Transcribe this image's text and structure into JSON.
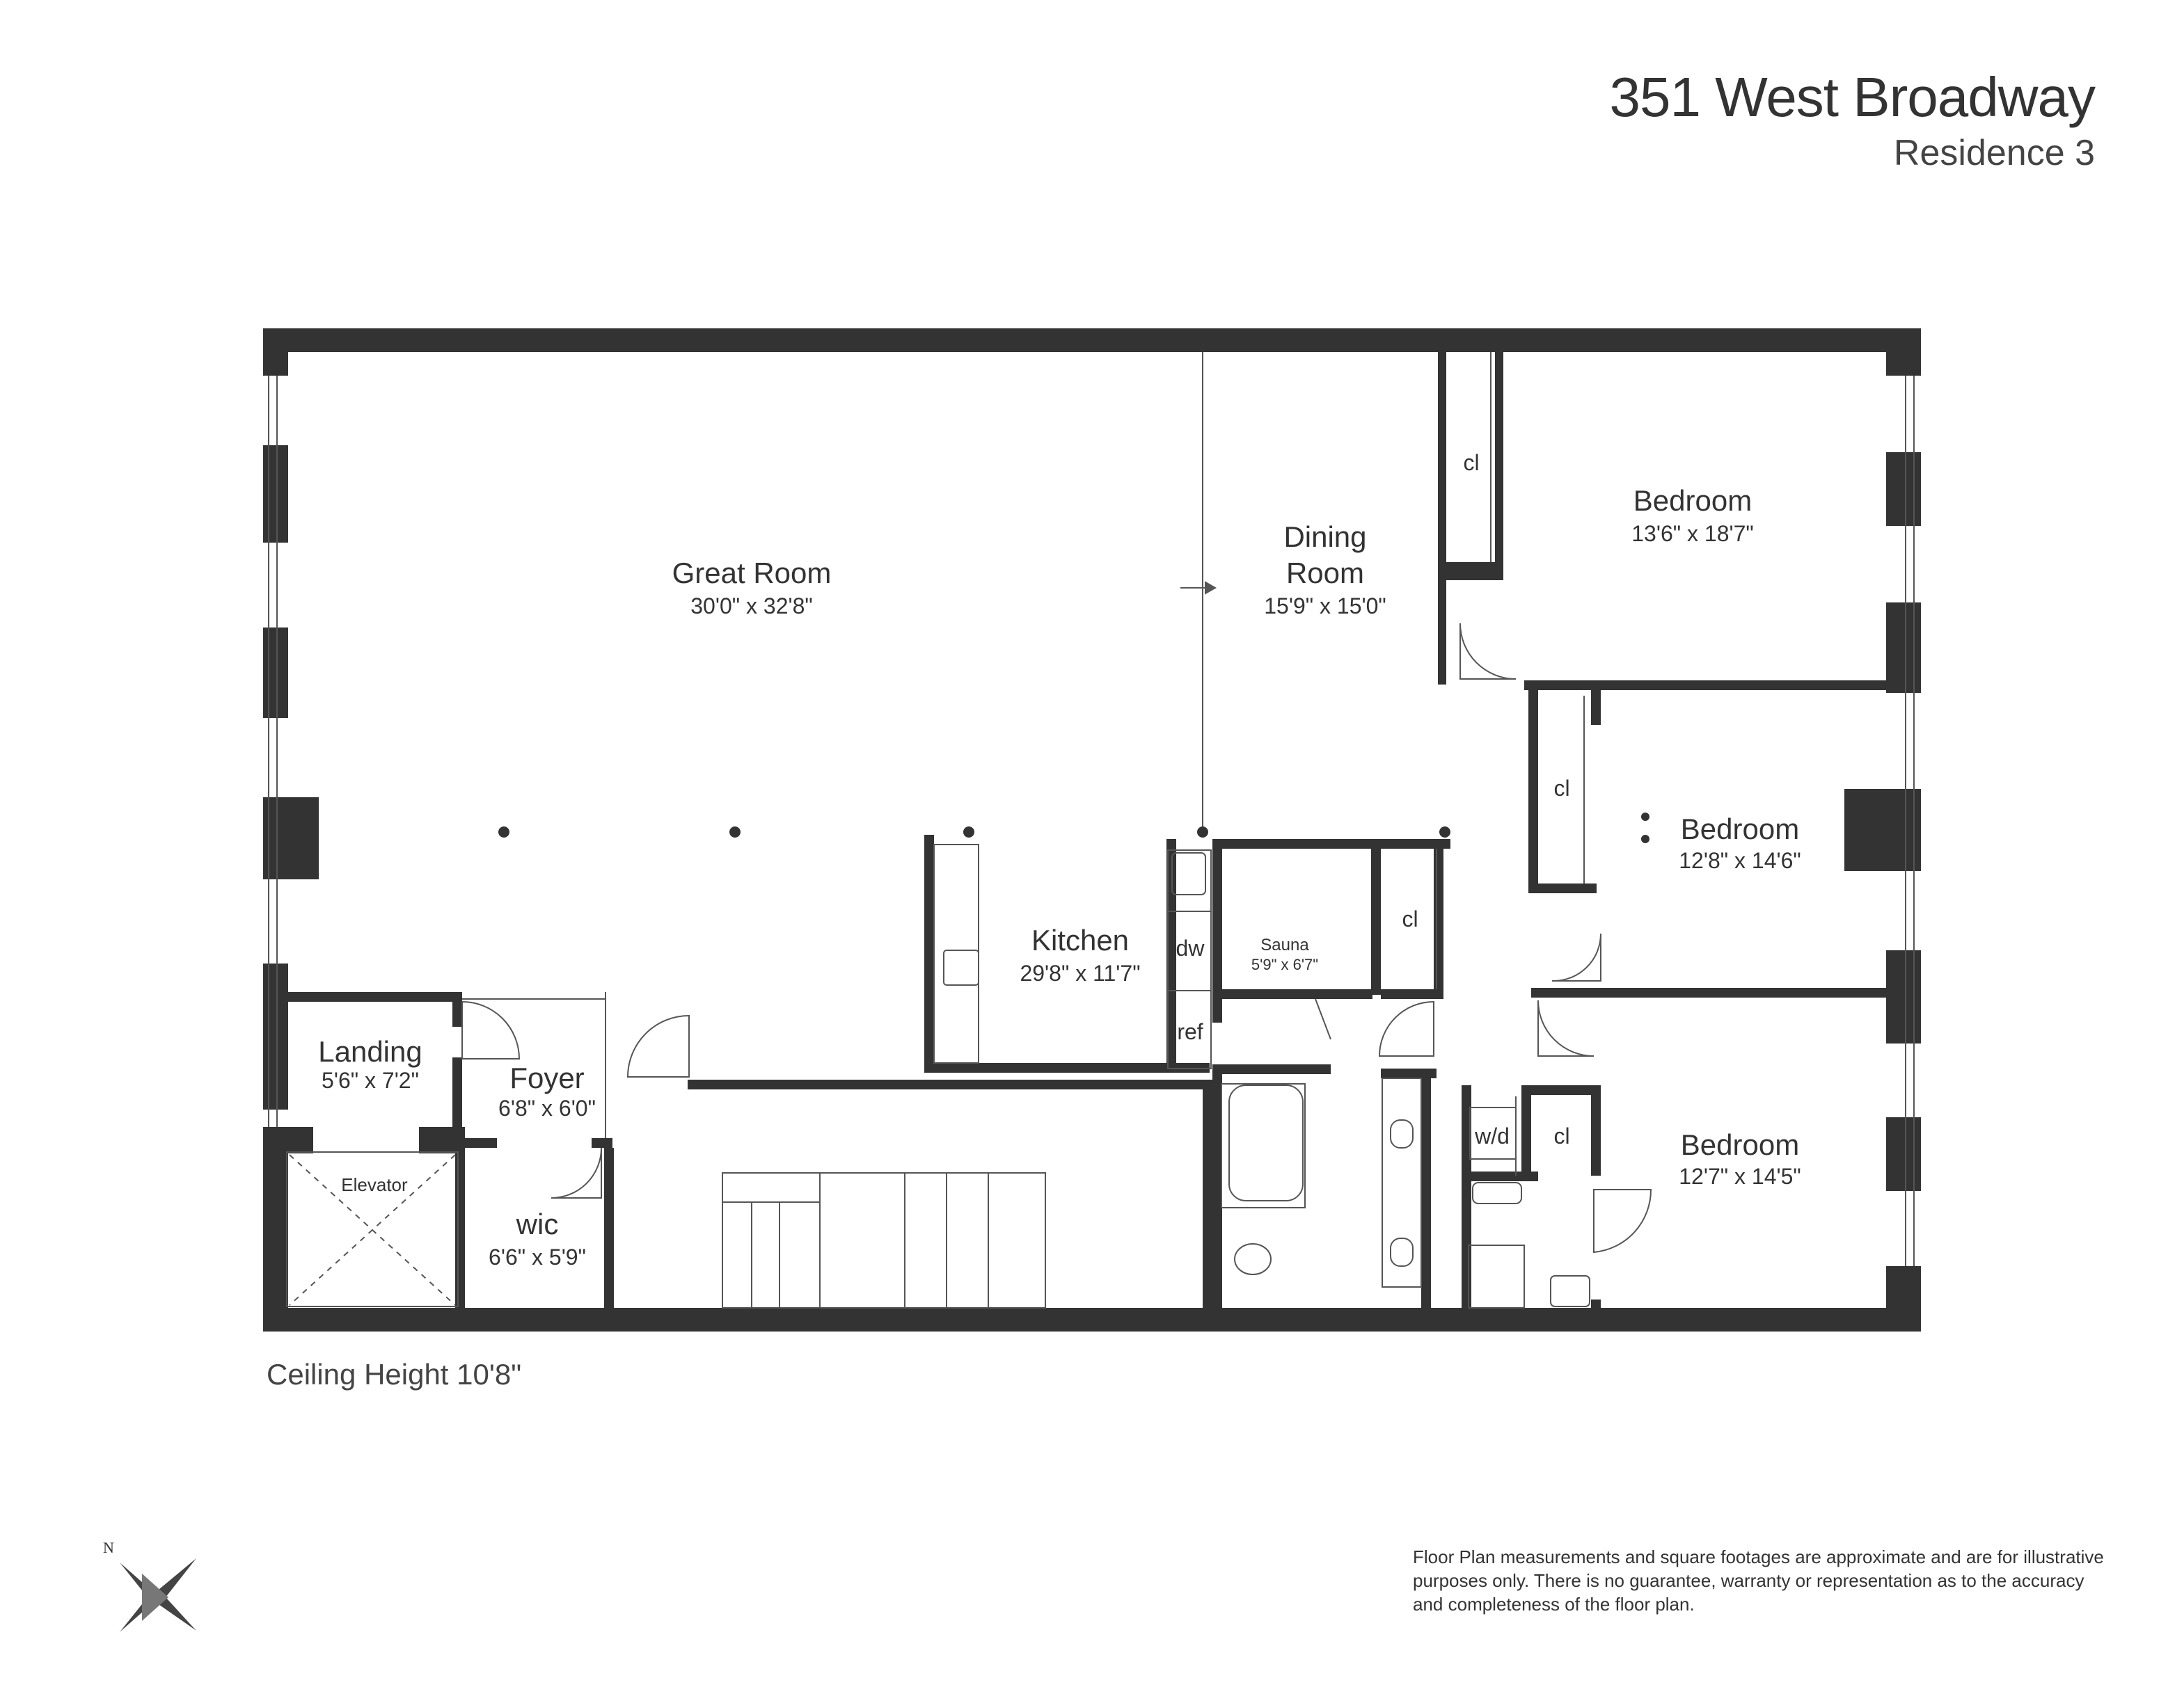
{
  "header": {
    "address": "351 West Broadway",
    "unit": "Residence 3"
  },
  "rooms": {
    "great_room": {
      "name": "Great Room",
      "dims": "30'0\" x 32'8\""
    },
    "dining_room": {
      "name_line1": "Dining",
      "name_line2": "Room",
      "dims": "15'9\" x 15'0\""
    },
    "bedroom_1": {
      "name": "Bedroom",
      "dims": "13'6\" x 18'7\""
    },
    "bedroom_2": {
      "name": "Bedroom",
      "dims": "12'8\" x 14'6\""
    },
    "bedroom_3": {
      "name": "Bedroom",
      "dims": "12'7\" x 14'5\""
    },
    "kitchen": {
      "name": "Kitchen",
      "dims": "29'8\" x 11'7\""
    },
    "sauna": {
      "name": "Sauna",
      "dims": "5'9\" x 6'7\""
    },
    "landing": {
      "name": "Landing",
      "dims": "5'6\" x 7'2\""
    },
    "foyer": {
      "name": "Foyer",
      "dims": "6'8\" x 6'0\""
    },
    "wic": {
      "name": "wic",
      "dims": "6'6\" x 5'9\""
    },
    "elevator": {
      "name": "Elevator"
    }
  },
  "fixtures": {
    "closet": "cl",
    "dishwasher": "dw",
    "refrigerator": "ref",
    "washer_dryer": "w/d"
  },
  "footer": {
    "ceiling": "Ceiling Height 10'8\"",
    "disclaimer": "Floor Plan measurements and square footages are approximate and are for illustrative purposes only. There is no guarantee, warranty or representation as to the accuracy and completeness of the floor plan."
  },
  "compass": {
    "north_label": "N"
  },
  "colors": {
    "wall": "#333333",
    "thin_line": "#555555"
  }
}
